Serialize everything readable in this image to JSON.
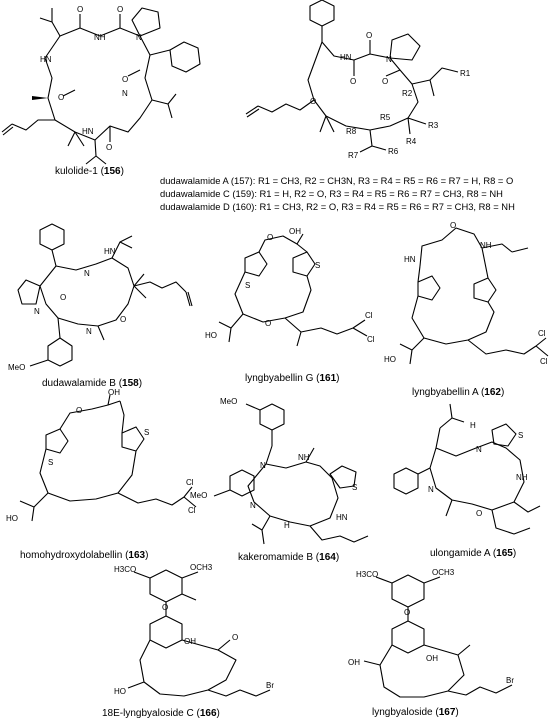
{
  "compounds": [
    {
      "name": "kulolide-1",
      "num": "156"
    },
    {
      "name": "dudawalamide B",
      "num": "158"
    },
    {
      "name": "lyngbyabellin G",
      "num": "161"
    },
    {
      "name": "lyngbyabellin A",
      "num": "162"
    },
    {
      "name": "homohydroxydolabellin",
      "num": "163"
    },
    {
      "name": "kakeromamide B",
      "num": "164"
    },
    {
      "name": "ulongamide A",
      "num": "165"
    },
    {
      "name": "18E-lyngbyaloside C",
      "num": "166"
    },
    {
      "name": "lyngbyaloside",
      "num": "167"
    }
  ],
  "dudawalamide_rows": [
    "dudawalamide A (157): R1 = CH3, R2 = CH3N, R3 = R4 = R5 = R6 = R7 = H, R8 = O",
    "dudawalamide C (159): R1 = H, R2 = O, R3 = R4 = R5 = R6 = R7 = CH3, R8 = NH",
    "dudawalamide D (160): R1 = CH3, R2 = O, R3 = R4 = R5 = R6 = R7 = CH3, R8 = NH"
  ],
  "atom_labels": {
    "O": "O",
    "N": "N",
    "H": "H",
    "NH": "NH",
    "HN": "HN",
    "HO": "HO",
    "OH": "OH",
    "S": "S",
    "Cl": "Cl",
    "Br": "Br",
    "MeO": "MeO",
    "OCH3": "OCH3",
    "H3CO": "H3CO",
    "R1": "R1",
    "R2": "R2",
    "R3": "R3",
    "R4": "R4",
    "R5": "R5",
    "R6": "R6",
    "R7": "R7",
    "R8": "R8"
  }
}
